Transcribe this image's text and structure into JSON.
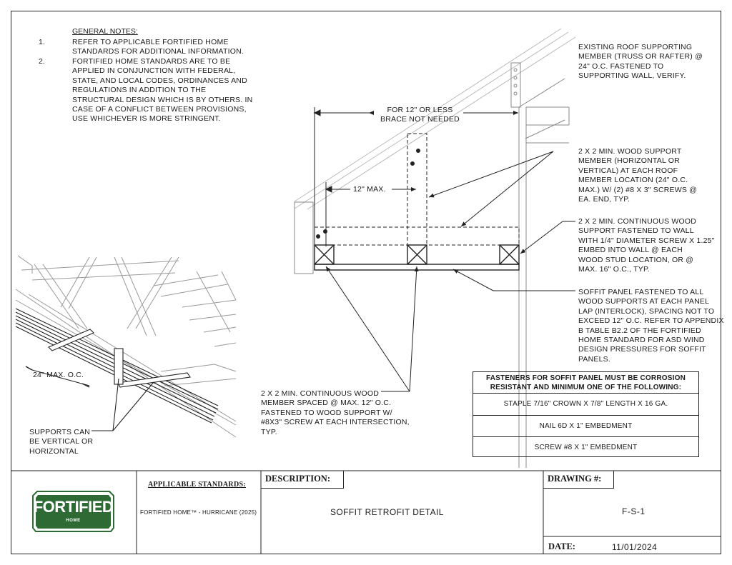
{
  "general_notes": {
    "heading": "GENERAL NOTES:",
    "items": [
      {
        "num": "1.",
        "text": "REFER TO APPLICABLE FORTIFIED HOME STANDARDS FOR ADDITIONAL INFORMATION."
      },
      {
        "num": "2.",
        "text": "FORTIFIED HOME STANDARDS ARE TO BE APPLIED IN CONJUNCTION WITH FEDERAL, STATE, AND LOCAL CODES, ORDINANCES AND REGULATIONS IN ADDITION TO THE STRUCTURAL DESIGN WHICH IS BY OTHERS. IN CASE OF A CONFLICT BETWEEN PROVISIONS, USE WHICHEVER IS MORE STRINGENT."
      }
    ]
  },
  "callouts": {
    "existing_roof": "EXISTING ROOF SUPPORTING\nMEMBER (TRUSS OR RAFTER) @\n24\" O.C. FASTENED TO\nSUPPORTING WALL, VERIFY.",
    "for_12": "FOR 12\" OR LESS\nBRACE NOT NEEDED",
    "max_12": "12\" MAX.",
    "wood_support": "2 X 2 MIN. WOOD SUPPORT\nMEMBER (HORIZONTAL OR\nVERTICAL) AT EACH ROOF\nMEMBER LOCATION (24\" O.C.\nMAX.) W/ (2) #8 X 3\" SCREWS @\nEA. END, TYP.",
    "continuous_wall": "2 X 2 MIN. CONTINUOUS WOOD\nSUPPORT FASTENED TO WALL\nWITH 1/4\" DIAMETER SCREW X 1.25\"\nEMBED INTO WALL @ EACH\nWOOD STUD LOCATION, OR @\nMAX. 16\" O.C., TYP.",
    "soffit_panel": "SOFFIT PANEL FASTENED TO ALL\nWOOD SUPPORTS AT EACH PANEL\nLAP (INTERLOCK), SPACING NOT TO\nEXCEED 12\" O.C. REFER TO APPENDIX\nB TABLE B2.2 OF THE FORTIFIED\nHOME STANDARD FOR ASD WIND\nDESIGN PRESSURES FOR SOFFIT\nPANELS.",
    "continuous_member": "2 X 2 MIN. CONTINUOUS WOOD\nMEMBER SPACED @ MAX. 12\" O.C.\nFASTENED TO WOOD SUPPORT W/\n#8X3\" SCREW AT EACH INTERSECTION,\nTYP.",
    "max_24": "24\" MAX. O.C.",
    "supports": "SUPPORTS CAN\nBE VERTICAL OR\nHORIZONTAL"
  },
  "fastener_table": {
    "header": "FASTENERS FOR SOFFIT PANEL MUST BE CORROSION\nRESISTANT AND MINIMUM ONE OF THE FOLLOWING:",
    "rows": [
      "STAPLE 7/16\" CROWN X 7/8\" LENGTH X 16 GA.",
      "NAIL 6D X 1\" EMBEDMENT",
      "SCREW #8  X 1\" EMBEDMENT"
    ]
  },
  "title_block": {
    "logo_word": "FORTIFIED",
    "logo_sub": "HOME",
    "logo_color": "#2e6b34",
    "standards_label": "APPLICABLE STANDARDS:",
    "standards_value": "FORTIFIED HOME™ - HURRICANE (2025)",
    "description_label": "DESCRIPTION:",
    "description_value": "SOFFIT RETROFIT DETAIL",
    "drawing_label": "DRAWING #:",
    "drawing_value": "F-S-1",
    "date_label": "DATE:",
    "date_value": "11/01/2024"
  }
}
